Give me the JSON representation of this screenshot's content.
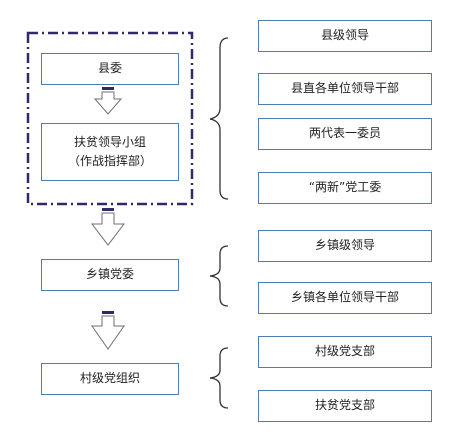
{
  "diagram": {
    "left_nodes": {
      "county_committee": "县委",
      "poverty_group_line1": "扶贫领导小组",
      "poverty_group_line2": "（作战指挥部）",
      "township_committee": "乡镇党委",
      "village_org": "村级党组织"
    },
    "right_nodes": {
      "county_leaders": "县级领导",
      "county_unit_cadres": "县直各单位领导干部",
      "two_reps": "两代表一委员",
      "two_new_committee": "“两新”党工委",
      "township_leaders": "乡镇级领导",
      "township_unit_cadres": "乡镇各单位领导干部",
      "village_branch": "村级党支部",
      "poverty_branch": "扶贫党支部"
    },
    "colors": {
      "box_border": "#4f7bb3",
      "frame": "#2f2a6b",
      "arrow_head": "#2f2a6b"
    }
  }
}
